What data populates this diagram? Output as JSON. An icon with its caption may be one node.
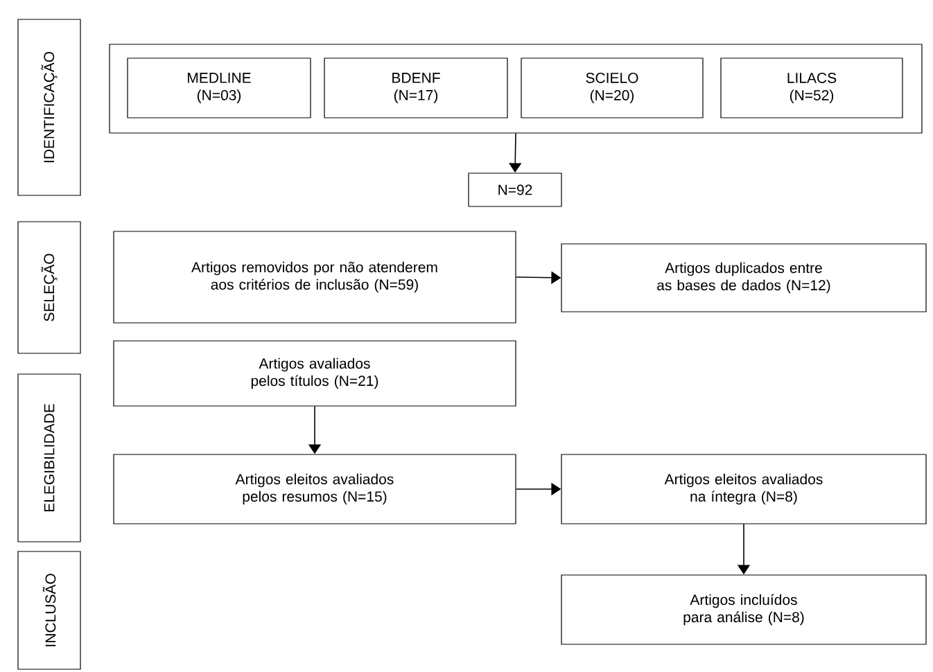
{
  "diagram": {
    "nodes": [
      {
        "text": [
          "IDENTIFICAÇÃO"
        ]
      },
      {
        "text": [
          "SELEÇÃO"
        ]
      },
      {
        "text": [
          "ELEGIBILIDADE"
        ]
      },
      {
        "text": [
          "INCLUSÃO"
        ]
      },
      {
        "text": [],
        "shape": "box"
      },
      {
        "text": [
          "MEDLINE (N=03)"
        ],
        "in": 4
      },
      {
        "text": [
          "BDENF (N=17)"
        ],
        "in": 4
      },
      {
        "text": [
          "SCIELO (N=20)"
        ],
        "in": 4
      },
      {
        "text": [
          "LILACS (N=52)"
        ],
        "in": 4
      },
      {
        "text": [
          "N=92"
        ]
      },
      {
        "text": [
          "Artigos removidos por não atenderem aos critérios de inclusão (N=59)"
        ]
      },
      {
        "text": [
          "Artigos duplicados entre as bases de dados (N=12)"
        ]
      },
      {
        "text": [
          "Artigos avaliados pelos títulos (N=21)"
        ]
      },
      {
        "text": [
          "Artigos eleitos avaliados pelos resumos (N=15)"
        ]
      },
      {
        "text": [
          "Artigos eleitos avaliados na íntegra (N=8)"
        ]
      },
      {
        "text": [
          "Artigos incluídos para análise (N=8)"
        ]
      }
    ],
    "edges": [
      {
        "from": 4,
        "to": 9,
        "arrow": "to"
      },
      {
        "from": 10,
        "to": 11,
        "arrow": "to"
      },
      {
        "from": 12,
        "to": 13,
        "arrow": "to"
      },
      {
        "from": 13,
        "to": 14,
        "arrow": "to"
      },
      {
        "from": 14,
        "to": 15,
        "arrow": "to"
      }
    ]
  }
}
